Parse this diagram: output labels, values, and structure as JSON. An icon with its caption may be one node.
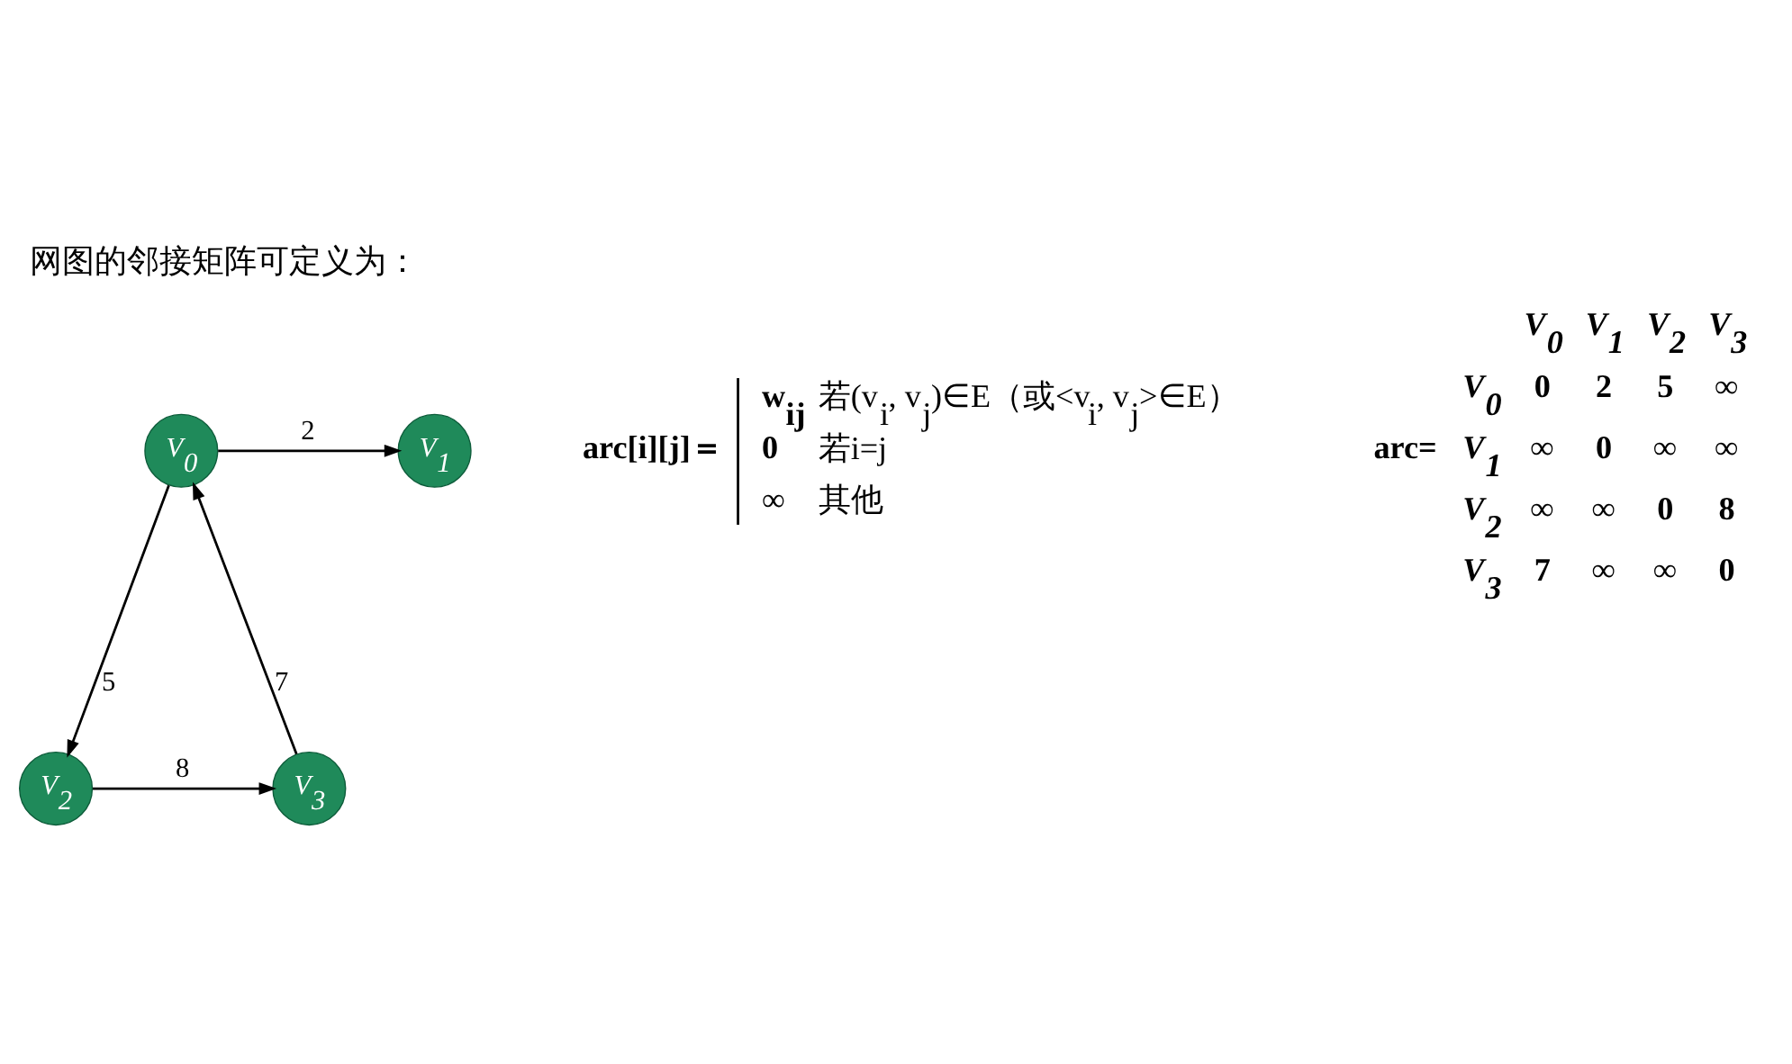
{
  "diagram": {
    "title": "网图的邻接矩阵可定义为：",
    "nodes": [
      {
        "text": [
          "V$_{0}$"
        ]
      },
      {
        "text": [
          "V$_{1}$"
        ]
      },
      {
        "text": [
          "V$_{2}$"
        ]
      },
      {
        "text": [
          "V$_{3}$"
        ]
      }
    ],
    "edges": [
      {
        "from": 0,
        "to": 1,
        "arrow": "to",
        "label": "2"
      },
      {
        "from": 0,
        "to": 2,
        "arrow": "to",
        "label": "5"
      },
      {
        "from": 2,
        "to": 3,
        "arrow": "to",
        "label": "8"
      },
      {
        "from": 3,
        "to": 0,
        "arrow": "to",
        "label": "7"
      }
    ],
    "labels": [
      "arc[i][j]＝",
      "w$_{ij}$",
      "若(v$_{i}$, v$_{j}$)∈E（或<v$_{i}$, v$_{j}$>∈E）",
      "0",
      "若i=j",
      "∞",
      "其他",
      "arc=",
      "V$_{0}$",
      "V$_{1}$",
      "V$_{2}$",
      "V$_{3}$",
      "V$_{0}$",
      "0",
      "2",
      "5",
      "∞",
      "V$_{1}$",
      "∞",
      "0",
      "∞",
      "∞",
      "V$_{2}$",
      "∞",
      "∞",
      "0",
      "8",
      "V$_{3}$",
      "7",
      "∞",
      "∞",
      "0"
    ]
  }
}
